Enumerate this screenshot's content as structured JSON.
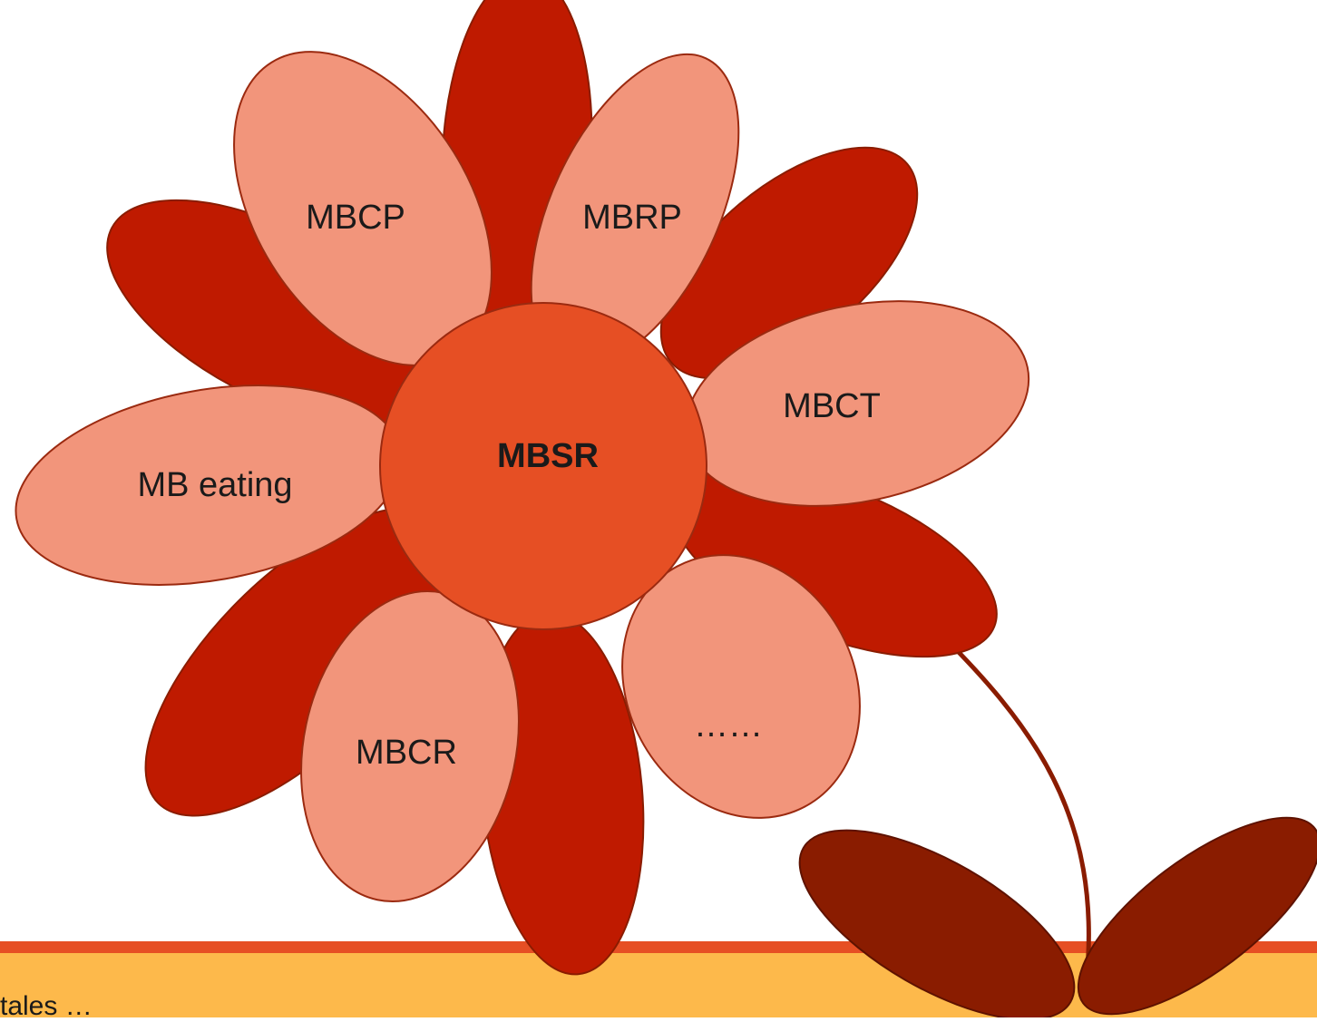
{
  "diagram": {
    "center": "MBSR",
    "petals": [
      "MBCP",
      "MBRP",
      "MBCT",
      "MB eating",
      "MBCR",
      "……"
    ]
  },
  "footer": {
    "text": "tales …"
  },
  "colors": {
    "dark_petal": "#bf1a00",
    "light_petal": "#f2957b",
    "center": "#e64f24",
    "stem_leaf": "#8a1c00",
    "bar_line": "#e64f24",
    "bar_fill": "#fdb94b"
  }
}
